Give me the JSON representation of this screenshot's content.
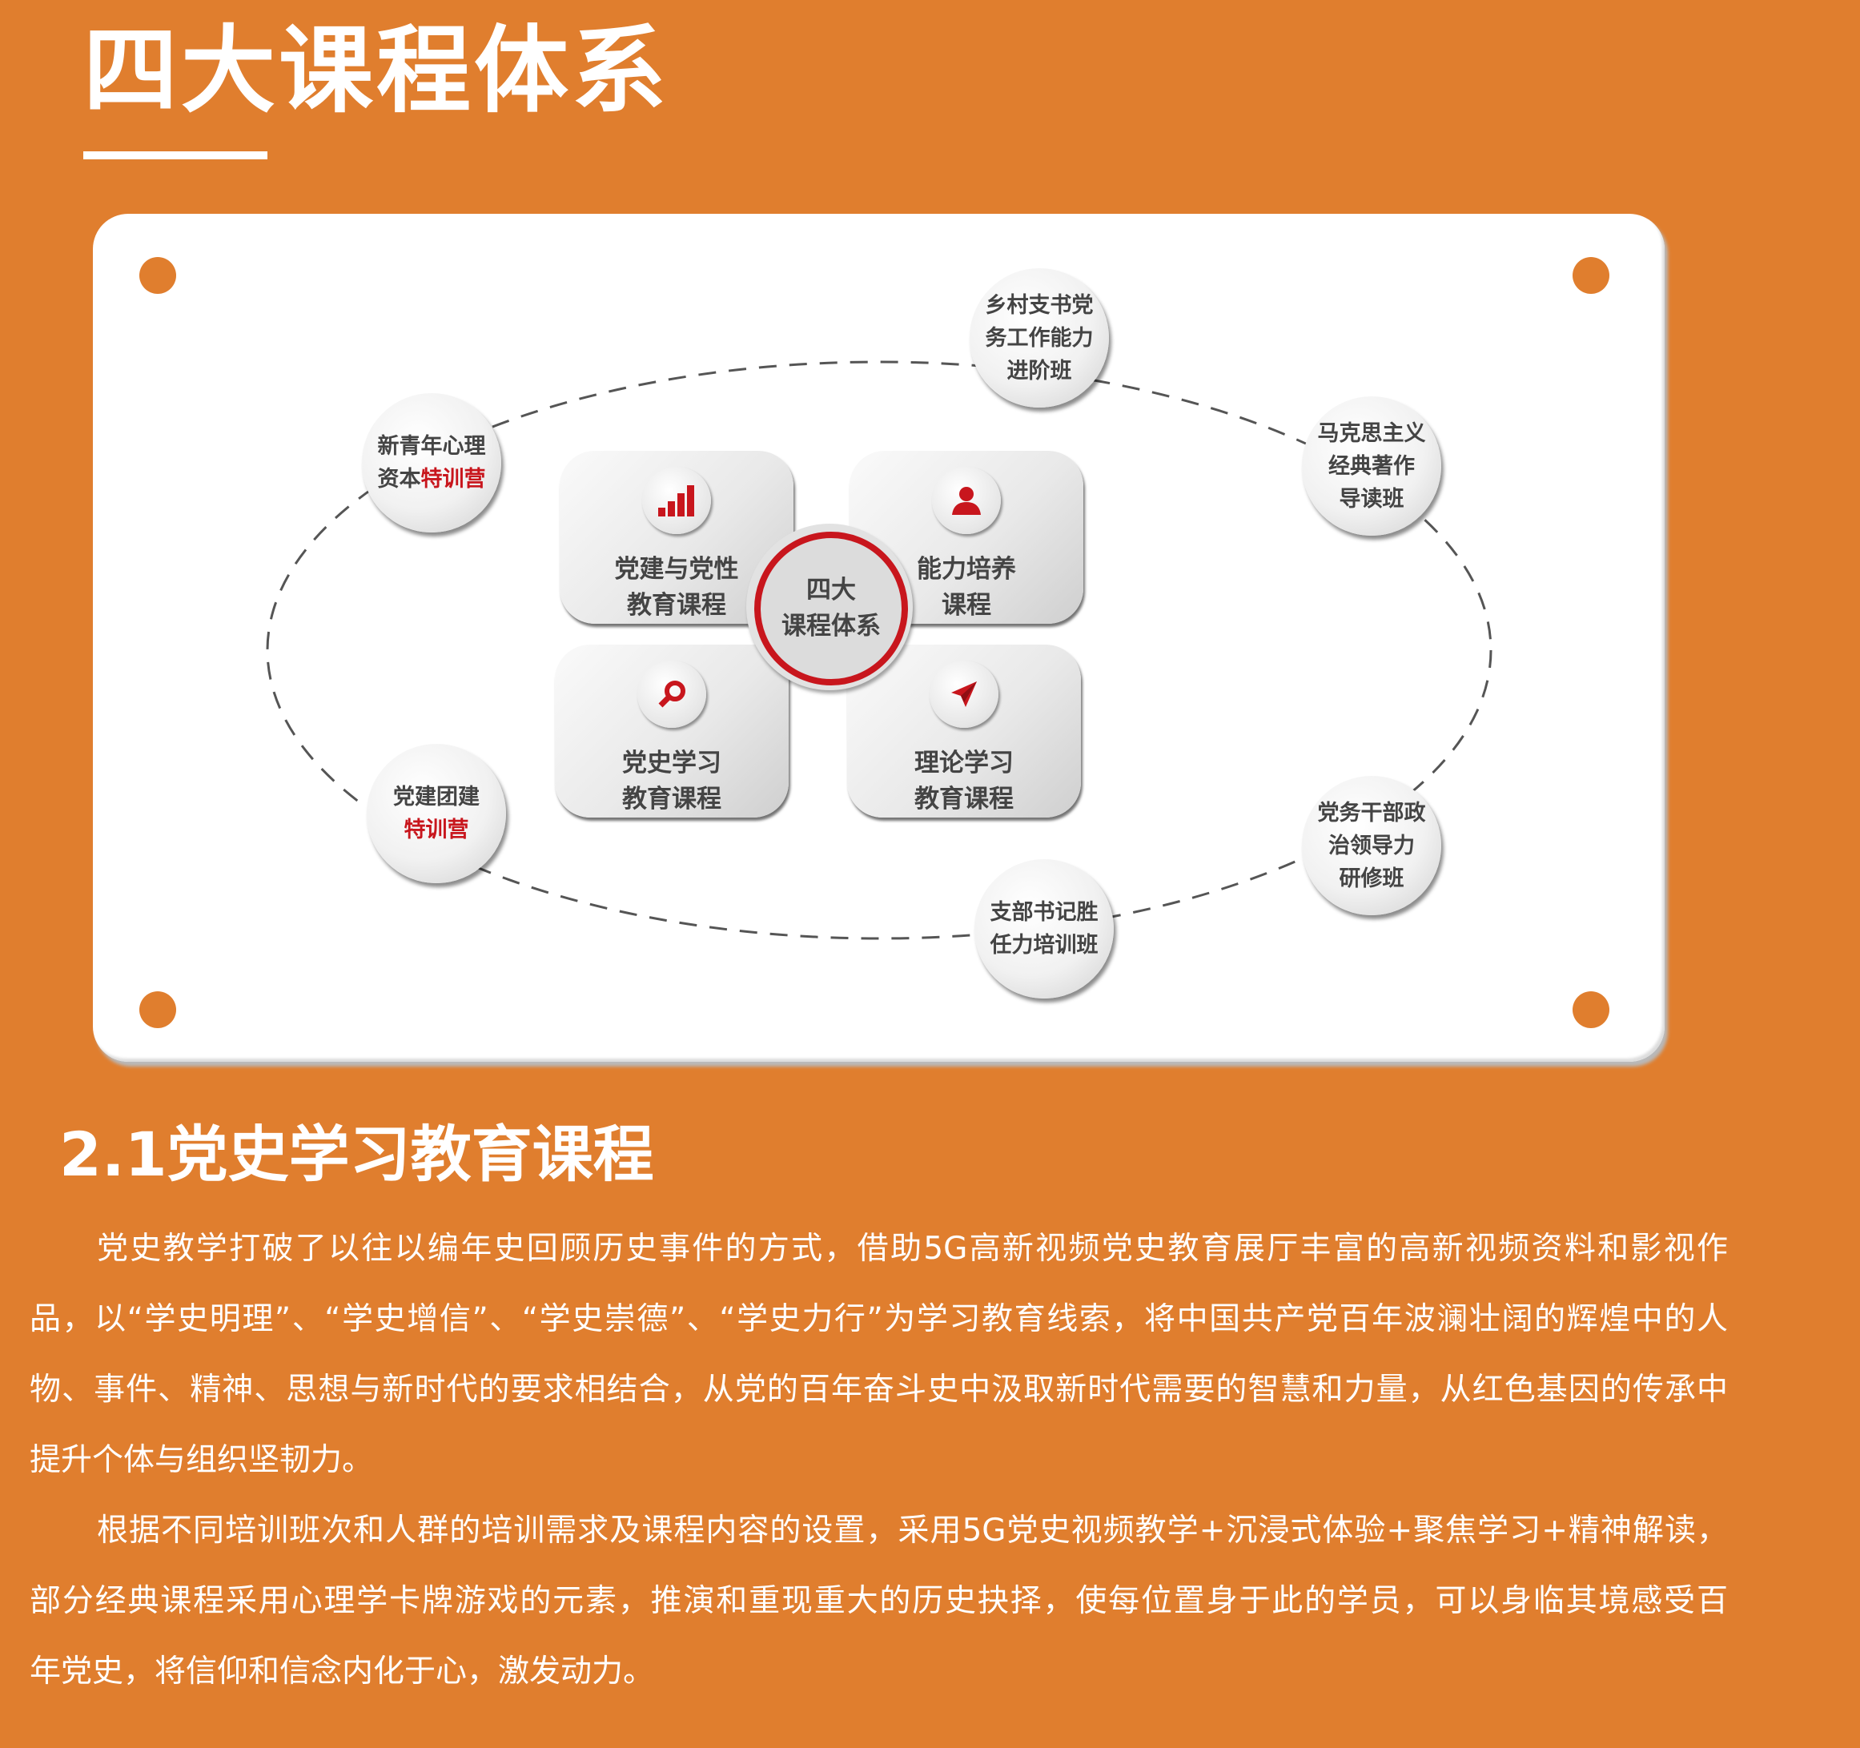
{
  "title": "四大课程体系",
  "diagram": {
    "center": {
      "line1": "四大",
      "line2": "课程体系"
    },
    "tiles": [
      {
        "icon": "bar-chart-icon",
        "line1": "党建与党性",
        "line2": "教育课程"
      },
      {
        "icon": "user-icon",
        "line1": "能力培养",
        "line2": "课程"
      },
      {
        "icon": "search-icon",
        "line1": "党史学习",
        "line2": "教育课程"
      },
      {
        "icon": "paper-plane-icon",
        "line1": "理论学习",
        "line2": "教育课程"
      }
    ],
    "nodes": [
      {
        "lines": [
          "乡村支书党",
          "务工作能力",
          "进阶班"
        ]
      },
      {
        "lines": [
          "马克思主义",
          "经典著作",
          "导读班"
        ]
      },
      {
        "lines": [
          "党务干部政",
          "治领导力",
          "研修班"
        ]
      },
      {
        "lines": [
          "支部书记胜",
          "任力培训班"
        ]
      },
      {
        "line1": "党建团建",
        "line2_red": "特训营"
      },
      {
        "line1": "新青年心理",
        "line2_prefix": "资本",
        "line2_red": "特训营"
      }
    ],
    "colors": {
      "accent": "#E07E2E",
      "red": "#C8161D"
    }
  },
  "section": {
    "heading": "2.1党史学习教育课程",
    "lines": [
      "党史教学打破了以往以编年史回顾历史事件的方式，借助5G高新视频党史教育展厅丰富的高新视频资料和影视作",
      "品，以“学史明理”、“学史增信”、“学史崇德”、“学史力行”为学习教育线索，将中国共产党百年波澜壮阔的辉煌中的人",
      "物、事件、精神、思想与新时代的要求相结合，从党的百年奋斗史中汲取新时代需要的智慧和力量，从红色基因的传承中",
      "提升个体与组织坚韧力。",
      "根据不同培训班次和人群的培训需求及课程内容的设置，采用5G党史视频教学+沉浸式体验+聚焦学习+精神解读，",
      "部分经典课程采用心理学卡牌游戏的元素，推演和重现重大的历史抉择，使每位置身于此的学员，可以身临其境感受百",
      "年党史，将信仰和信念内化于心，激发动力。"
    ]
  }
}
